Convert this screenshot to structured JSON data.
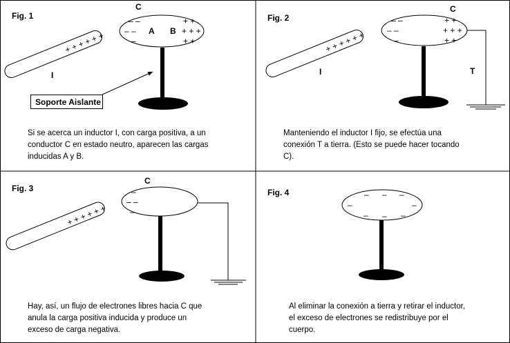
{
  "fig1": {
    "label": "Fig. 1",
    "conductor": "C",
    "charge_a": "A",
    "charge_b": "B",
    "inductor": "I",
    "support_label": "Soporte Aislante",
    "caption": [
      "Si se acerca un inductor I, con carga positiva,  a  un",
      "conductor C en estado neutro, aparecen las cargas",
      "inducidas A y B."
    ]
  },
  "fig2": {
    "label": "Fig. 2",
    "conductor": "C",
    "inductor": "I",
    "ground": "T",
    "caption": [
      "Manteniendo el inductor  I  fijo,  se  efectúa  una",
      "conexión T a tierra.   (Esto se puede hacer tocando",
      "C)."
    ]
  },
  "fig3": {
    "label": "Fig. 3",
    "conductor": "C",
    "caption": [
      "Hay, así, un flujo de electrones libres hacia C que",
      "anula la carga positiva  inducida  y  produce  un",
      "exceso de carga negativa."
    ]
  },
  "fig4": {
    "label": "Fig. 4",
    "caption": [
      "Al eliminar la conexión a tierra y retirar el inductor,",
      "el exceso de electrones se   redistribuye  por  el",
      "cuerpo."
    ]
  },
  "symbols": {
    "plus": "+",
    "minus": "–"
  }
}
